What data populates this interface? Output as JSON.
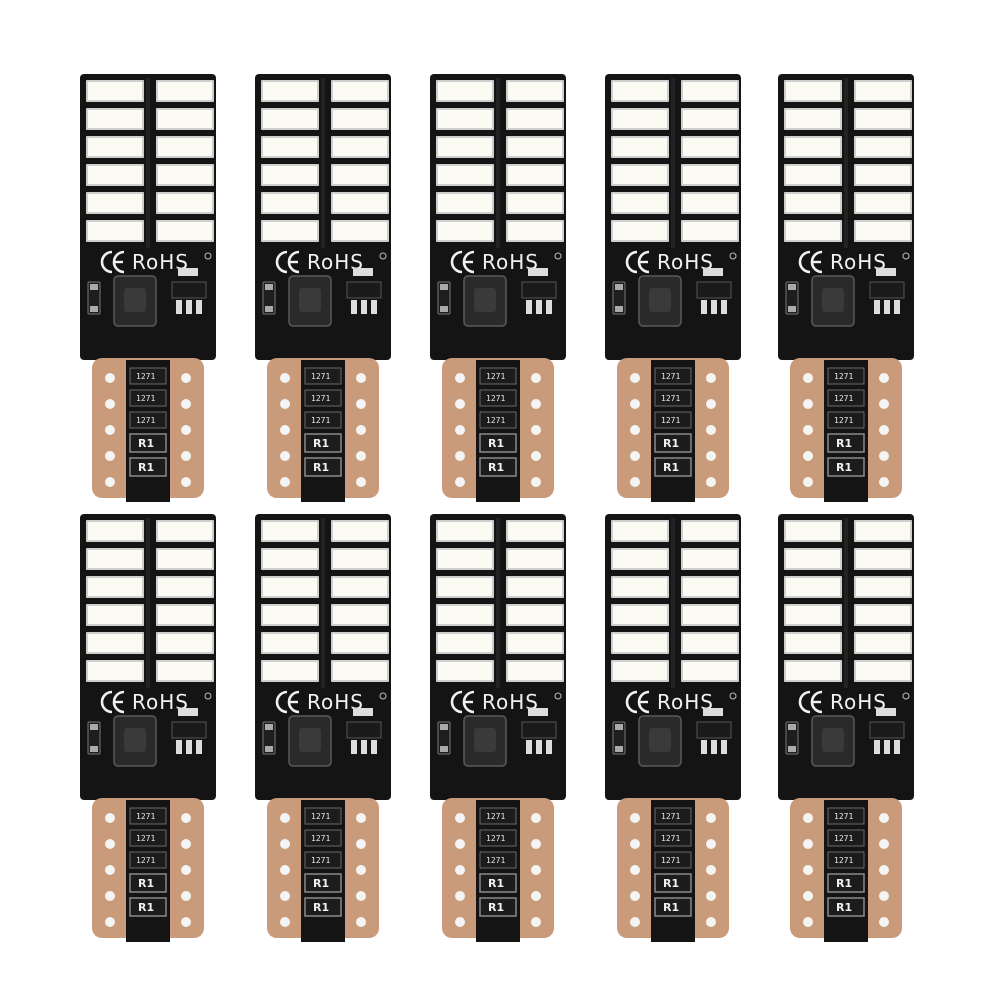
{
  "product": {
    "bulb_count": 10,
    "certification_mark": "RoHS",
    "resistor_code": "1271",
    "resistor_label": "R1",
    "colors": {
      "pcb": "#141414",
      "led_chip": "#fbfbf4",
      "led_frame": "#cfcfcf",
      "copper_base": "#c99b7a",
      "background": "#ffffff"
    },
    "icons": [
      "ce-mark-icon",
      "recycle-mark-icon"
    ]
  }
}
